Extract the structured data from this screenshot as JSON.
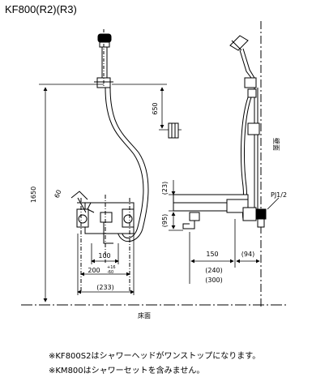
{
  "title": "KF800(R2)(R3)",
  "dimensions": {
    "height_1650": "1650",
    "height_650": "650",
    "offset_100": "100",
    "range_200": "200",
    "tol_plus": "+16",
    "tol_minus": "-60",
    "width_233": "(233)",
    "depth_150": "150",
    "depth_94": "(94)",
    "depth_240": "(240)",
    "depth_300": "(300)",
    "v_23": "(23)",
    "v_95": "(95)",
    "angle_60": "60"
  },
  "labels": {
    "wall": "壁面",
    "floor": "床面",
    "pipe_thread": "PJ1/2"
  },
  "notes": [
    "※KF800S2はシャワーヘッドがワンストップになります。",
    "※KM800はシャワーセットを含みません。"
  ],
  "colors": {
    "line": "#000000",
    "background": "#ffffff"
  }
}
